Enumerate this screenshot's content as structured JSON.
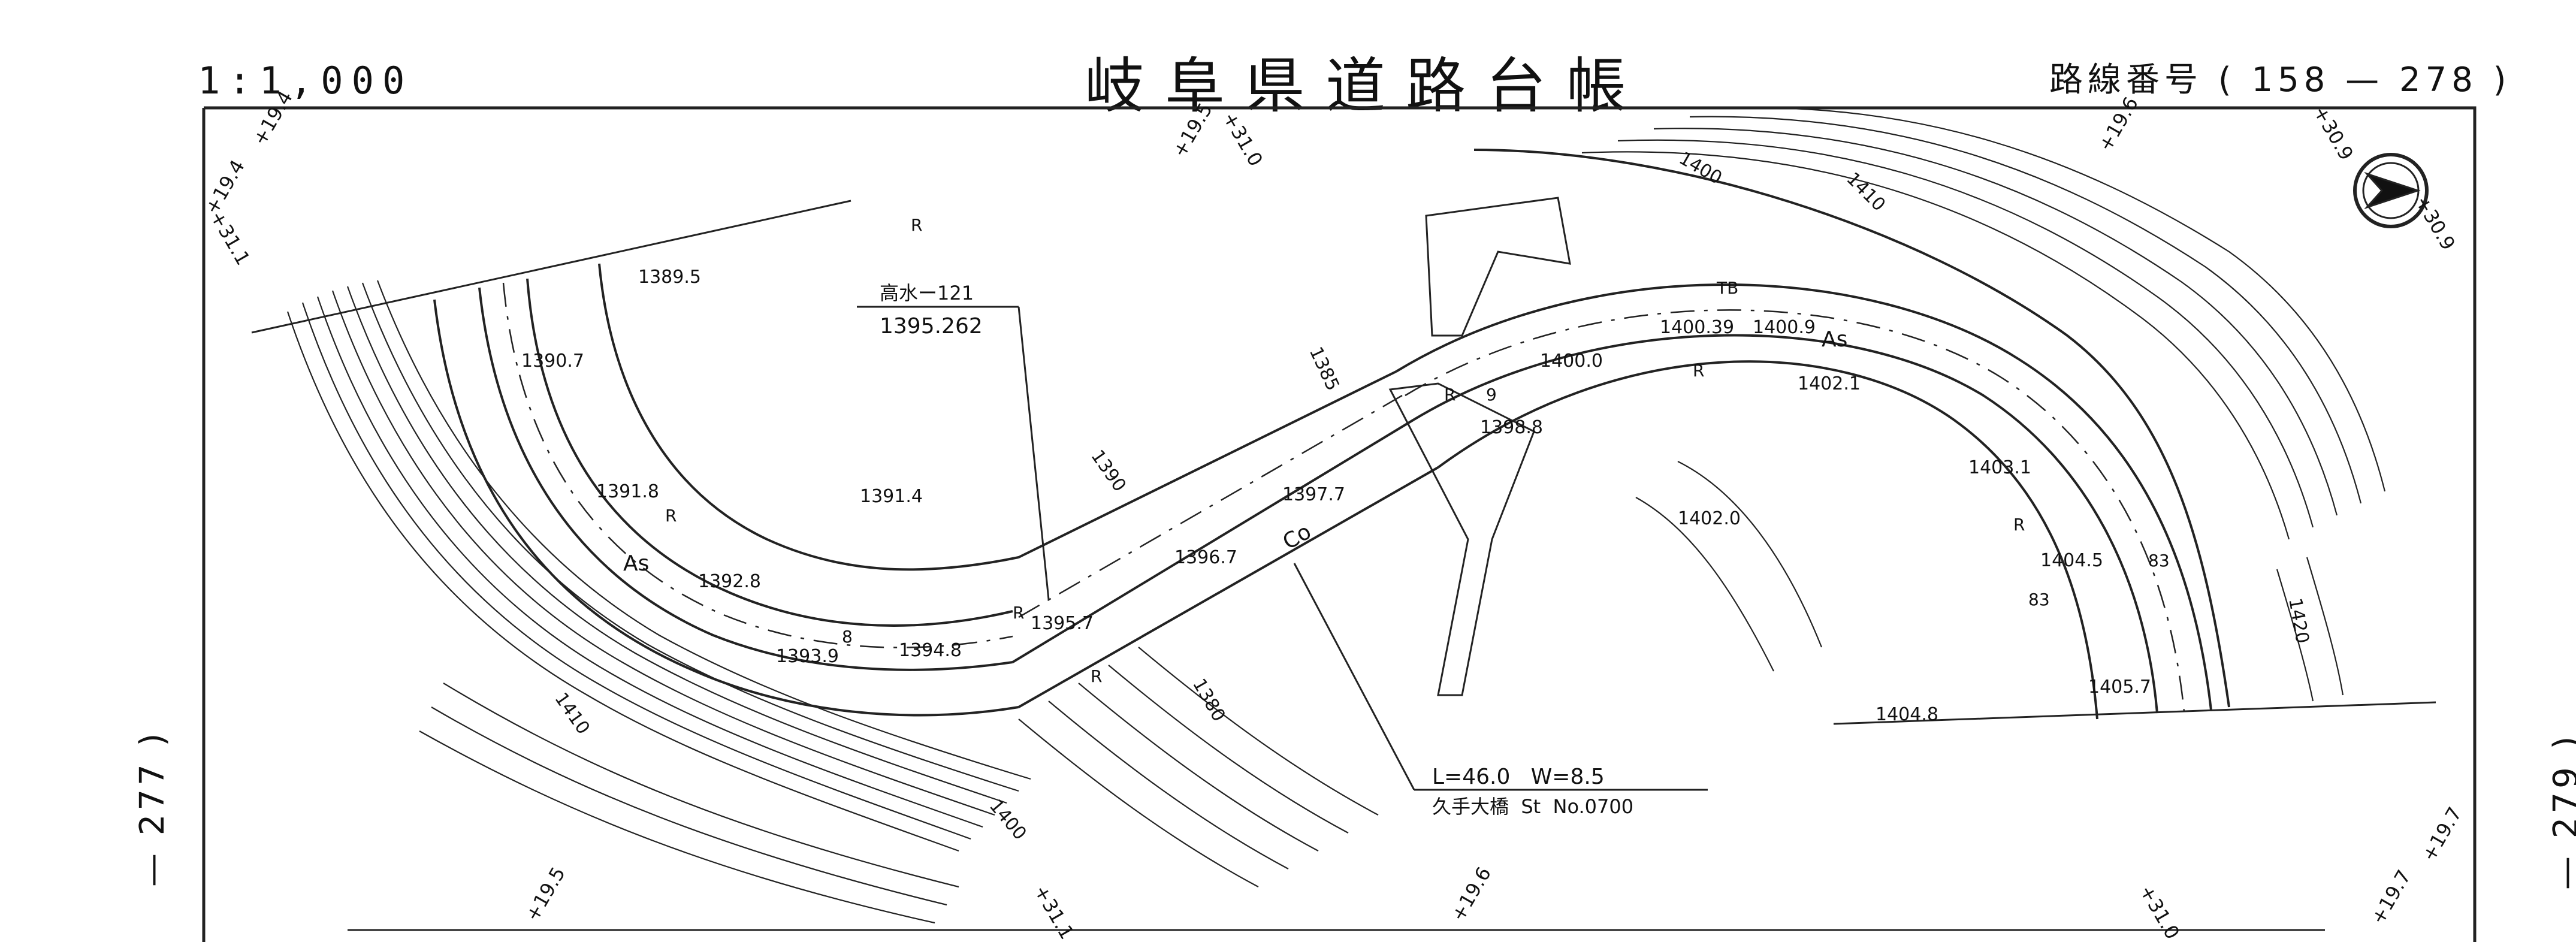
{
  "header": {
    "scale": "1:1,000",
    "title": "岐阜県道路台帳",
    "route_label": "路線番号",
    "route_value": "( 158 — 278 )"
  },
  "side_refs": {
    "left": "— 277 )",
    "right": "— 279 )"
  },
  "map": {
    "elevation_points": [
      "1389.5",
      "1390.7",
      "1391.8",
      "1391.4",
      "1392.8",
      "1393.9",
      "1394.8",
      "1395.7",
      "1396.7",
      "1397.7",
      "1398.8",
      "1400.0",
      "1400.39",
      "1400.9",
      "1402.1",
      "1402.0",
      "1403.1",
      "1404.5",
      "1404.8",
      "1405.7"
    ],
    "contour_labels": [
      "1410",
      "1400",
      "1390",
      "1380",
      "1385",
      "1400",
      "1410",
      "1420"
    ],
    "chainage_labels": [
      "+19.4",
      "+31.1",
      "+19.4",
      "+19.5",
      "+31.0",
      "+19.6",
      "+30.9",
      "+30.9",
      "+19.5",
      "+31.1",
      "+19.6",
      "+31.0",
      "+19.7",
      "+19.7"
    ],
    "surface_labels": [
      "As",
      "As",
      "Co"
    ],
    "symbol_labels": [
      "R",
      "R",
      "R",
      "R",
      "R",
      "R",
      "R",
      "TB",
      "8",
      "9",
      "83",
      "83"
    ],
    "benchmark": {
      "name": "高水ー121",
      "value": "1395.262"
    },
    "bridge": {
      "dims": "L=46.0   W=8.5",
      "name": "久手大橋  St  No.0700"
    },
    "north_arrow": "north-arrow"
  }
}
